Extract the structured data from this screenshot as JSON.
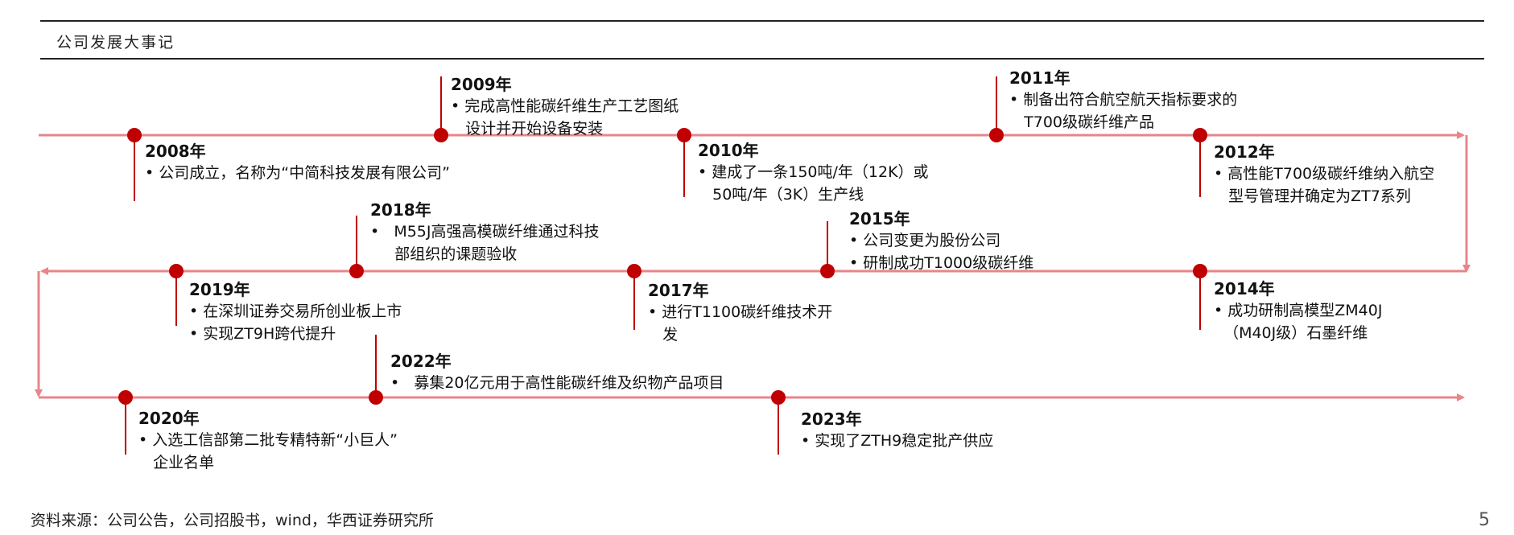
{
  "header": {
    "title": "公司发展大事记"
  },
  "events": [
    {
      "year": "2008年",
      "lines": [
        "• 公司成立，名称为“中简科技发展有限公司”"
      ]
    },
    {
      "year": "2009年",
      "lines": [
        "• 完成高性能碳纤维生产工艺图纸",
        "   设计并开始设备安装"
      ]
    },
    {
      "year": "2010年",
      "lines": [
        "• 建成了一条150吨/年（12K）或",
        "   50吨/年（3K）生产线"
      ]
    },
    {
      "year": "2011年",
      "lines": [
        "• 制备出符合航空航天指标要求的",
        "   T700级碳纤维产品"
      ]
    },
    {
      "year": "2012年",
      "lines": [
        "• 高性能T700级碳纤维纳入航空",
        "   型号管理并确定为ZT7系列"
      ]
    },
    {
      "year": "2014年",
      "lines": [
        "• 成功研制高模型ZM40J",
        "  （M40J级）石墨纤维"
      ]
    },
    {
      "year": "2015年",
      "lines": [
        "• 公司变更为股份公司",
        "• 研制成功T1000级碳纤维"
      ]
    },
    {
      "year": "2017年",
      "lines": [
        "• 进行T1100碳纤维技术开",
        "   发"
      ]
    },
    {
      "year": "2018年",
      "lines": [
        "•   M55J高强高模碳纤维通过科技",
        "     部组织的课题验收"
      ]
    },
    {
      "year": "2019年",
      "lines": [
        "• 在深圳证券交易所创业板上市",
        "• 实现ZT9H跨代提升"
      ]
    },
    {
      "year": "2020年",
      "lines": [
        "• 入选工信部第二批专精特新“小巨人”",
        "   企业名单"
      ]
    },
    {
      "year": "2022年",
      "lines": [
        "•   募集20亿元用于高性能碳纤维及织物产品项目"
      ]
    },
    {
      "year": "2023年",
      "lines": [
        "• 实现了ZTH9稳定批产供应"
      ]
    }
  ],
  "footer": {
    "source": "资料来源：公司公告，公司招股书，wind，华西证券研究所",
    "page_number": "5"
  },
  "colors": {
    "line": "#e8858a",
    "marker": "#c00000",
    "rule": "#222222"
  }
}
